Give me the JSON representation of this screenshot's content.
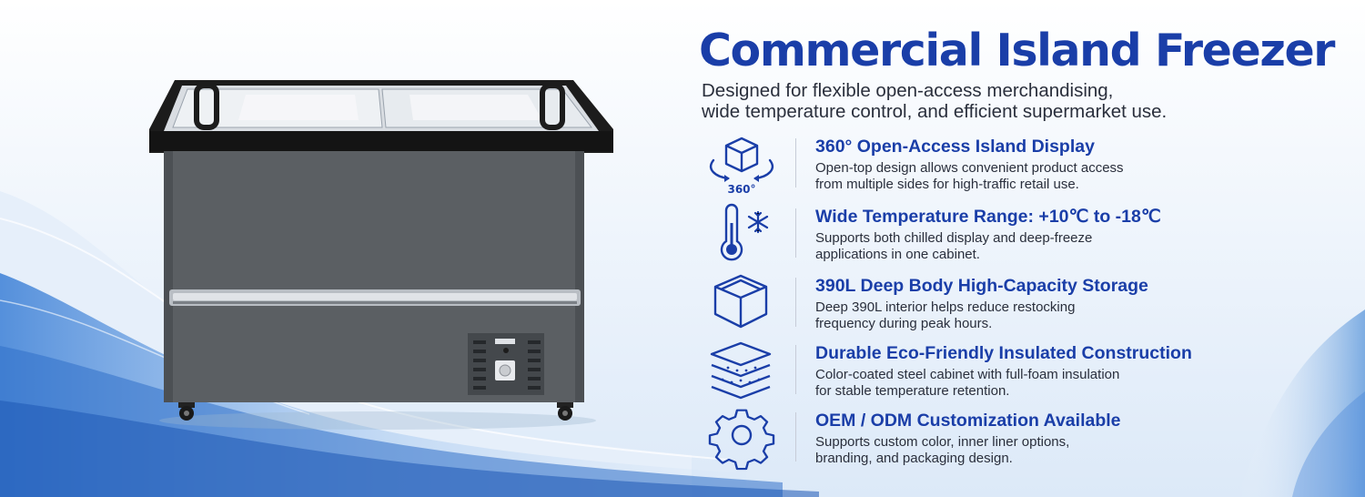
{
  "banner": {
    "title": "Commercial Island Freezer",
    "subtitle_lines": [
      "Designed for flexible open-access merchandising,",
      "wide temperature control, and efficient supermarket use."
    ]
  },
  "features": [
    {
      "icon": "rotating-box-360-icon",
      "icon_caption": "360°",
      "title": "360° Open-Access Island Display",
      "desc_lines": [
        "Open-top design allows convenient product access",
        "from multiple sides for high-traffic retail use."
      ]
    },
    {
      "icon": "thermometer-snowflake-icon",
      "title": "Wide Temperature Range: +10℃ to -18℃",
      "desc_lines": [
        "Supports both chilled display and deep-freeze",
        "applications in one cabinet."
      ]
    },
    {
      "icon": "open-box-icon",
      "title": "390L Deep Body High-Capacity Storage",
      "desc_lines": [
        "Deep 390L interior helps reduce restocking",
        "frequency during peak hours."
      ]
    },
    {
      "icon": "insulation-layers-icon",
      "title": "Durable Eco-Friendly Insulated Construction",
      "desc_lines": [
        "Color-coated steel cabinet with full-foam insulation",
        "for stable temperature retention."
      ]
    },
    {
      "icon": "gear-icon",
      "title": "OEM / ODM Customization Available",
      "desc_lines": [
        "Supports custom color, inner liner options,",
        "branding, and packaging design."
      ]
    }
  ],
  "colors": {
    "accent": "#1a3ea8",
    "body_text": "#2a2f3c",
    "cabinet": "#5b5f63",
    "lid_frame": "#1a1a1a",
    "wave": "#4f8fd8"
  },
  "product": {
    "name": "island-freezer-image"
  }
}
